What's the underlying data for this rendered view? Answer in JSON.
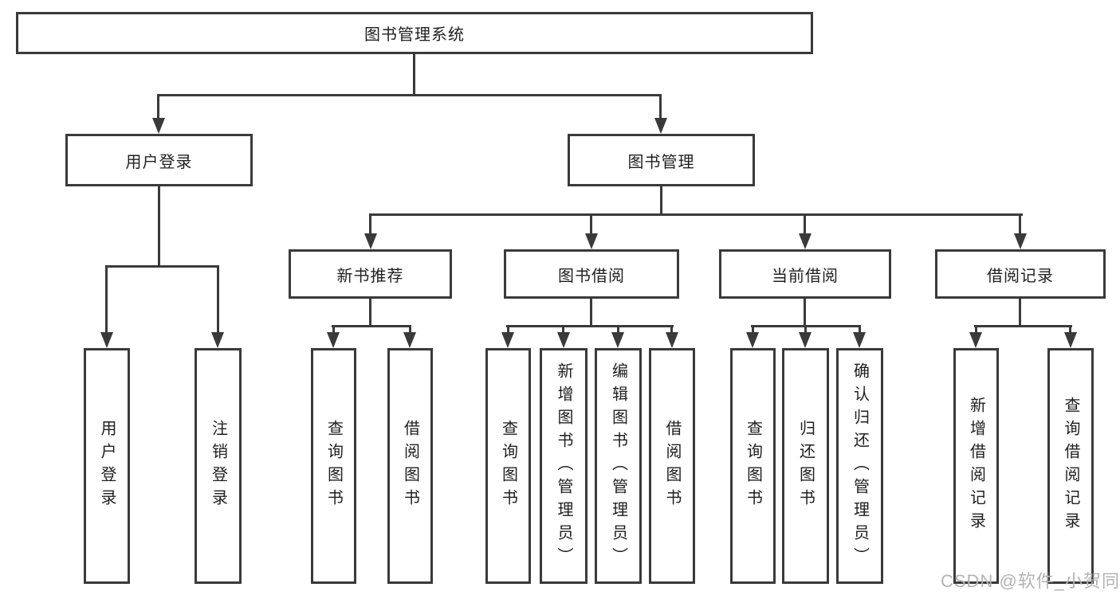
{
  "tree": {
    "root": "图书管理系统",
    "user_login": {
      "label": "用户登录",
      "children": [
        "用户登录",
        "注销登录"
      ]
    },
    "book_management": {
      "label": "图书管理",
      "sections": [
        {
          "label": "新书推荐",
          "children": [
            "查询图书",
            "借阅图书"
          ]
        },
        {
          "label": "图书借阅",
          "children": [
            "查询图书",
            "新增图书（管理员）",
            "编辑图书（管理员）",
            "借阅图书"
          ]
        },
        {
          "label": "当前借阅",
          "children": [
            "查询图书",
            "归还图书",
            "确认归还（管理员）"
          ]
        },
        {
          "label": "借阅记录",
          "children": [
            "新增借阅记录",
            "查询借阅记录"
          ]
        }
      ]
    }
  },
  "watermark": "CSDN @软件_小贺同学",
  "colors": {
    "line": "#3a3a3a",
    "text": "#1f1f1f",
    "watermark": "#b3b3b3",
    "background": "#ffffff"
  }
}
